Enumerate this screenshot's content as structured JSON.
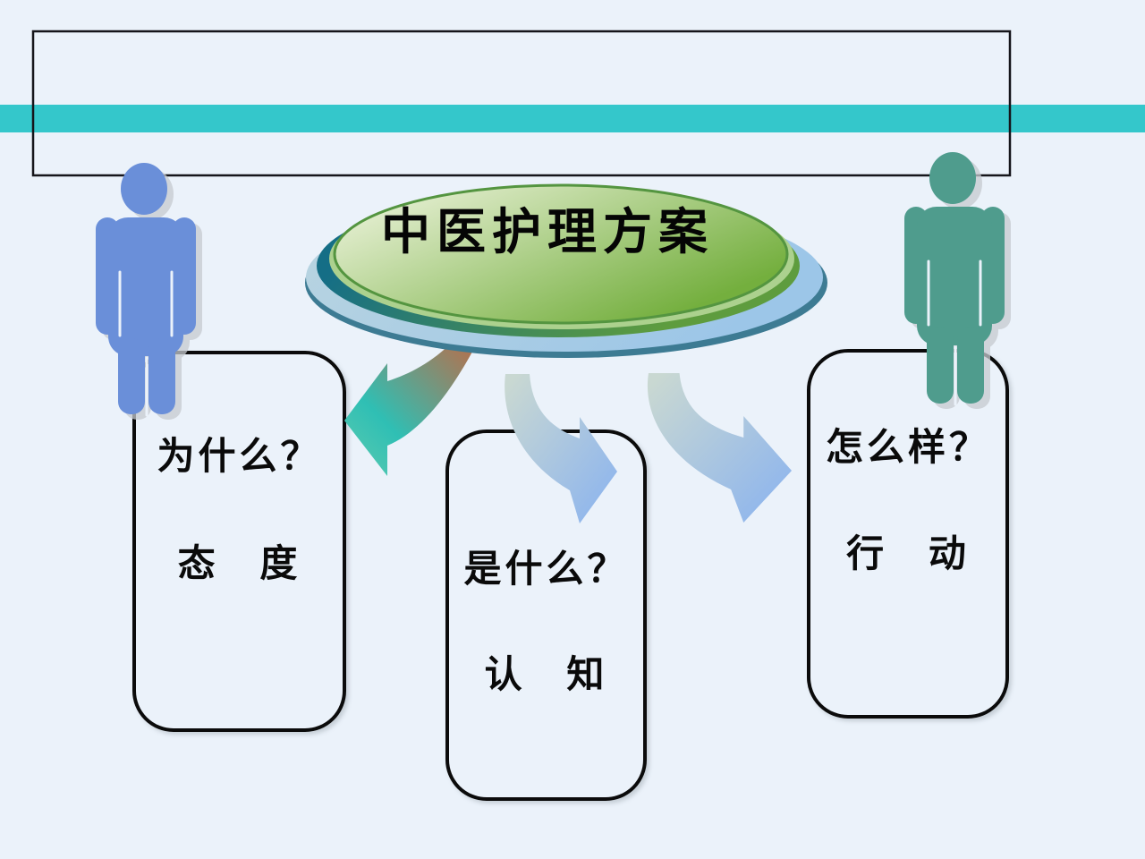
{
  "slide": {
    "background_color": "#EBF2FA",
    "header": {
      "accent_bar_color": "#34C7CB",
      "frame_border_color": "#15151a"
    },
    "topic": {
      "label": "中医护理方案",
      "text_color": "#050505"
    },
    "cards": [
      {
        "question": "为什么？",
        "answer": "态 度"
      },
      {
        "question": "是什么？",
        "answer": "认 知"
      },
      {
        "question": "怎么样？",
        "answer": "行 动"
      }
    ],
    "figures": {
      "left_color": "#6A8FD9",
      "right_color": "#4F9C8D",
      "shadow_color": "#C6CAD0"
    },
    "colors": {
      "disc_base_edge": "#3D7B93",
      "disc_base_light": "#BAD5E0",
      "disc_base_blue": "#9CC6E8",
      "disc_rim_teal": "#156E86",
      "disc_rim_olive": "#5E9C3E",
      "disc_ring_light_green": "#ACD18E",
      "disc_green_light": "#E9F1D7",
      "disc_green_dark": "#74AF3E",
      "disc_green_edge": "#549540",
      "arrow_left_tail": "#B4714E",
      "arrow_left_head": "#2FBFB4",
      "arrow_blue_tail": "#C9D8D2",
      "arrow_blue_head": "#8CB4EE"
    }
  }
}
